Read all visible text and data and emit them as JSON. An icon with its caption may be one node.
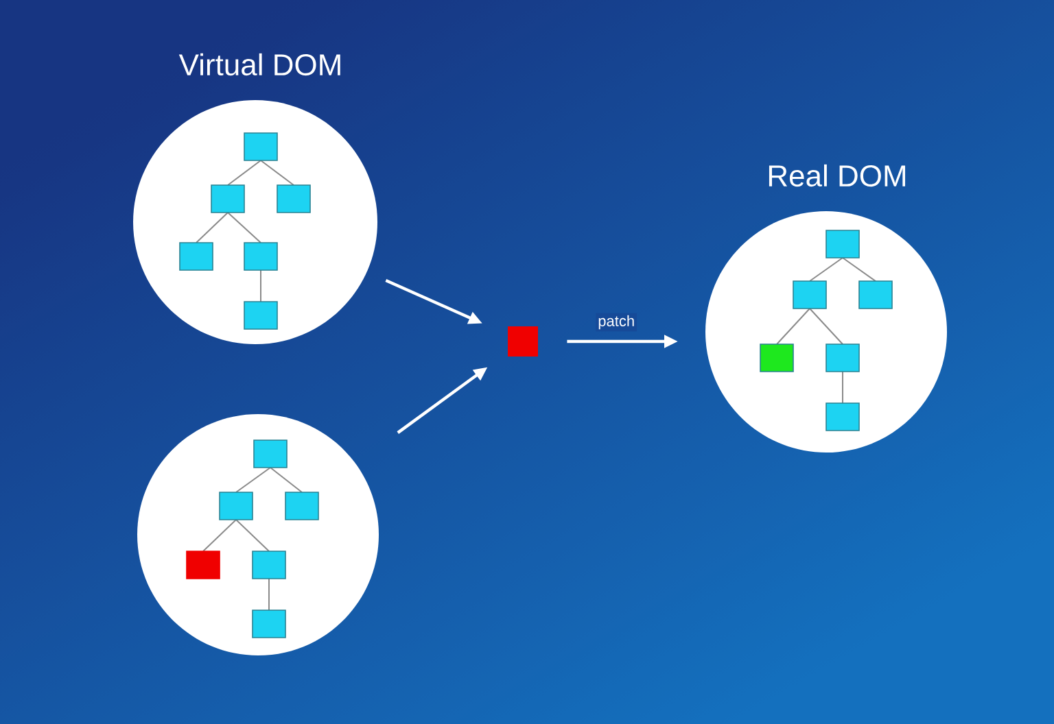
{
  "diagram": {
    "nodes": [
      {
        "text": [
          "Virtual DOM"
        ]
      },
      {
        "text": [],
        "shape": "circle"
      },
      {
        "text": [],
        "shape": "box"
      },
      {
        "text": [
          "Real DOM"
        ]
      }
    ],
    "edges": [
      {
        "from": 0,
        "to": 2,
        "arrow": "to"
      },
      {
        "from": 1,
        "to": 2,
        "arrow": "to"
      },
      {
        "from": 2,
        "to": 3,
        "arrow": "to",
        "label": "patch"
      }
    ]
  }
}
